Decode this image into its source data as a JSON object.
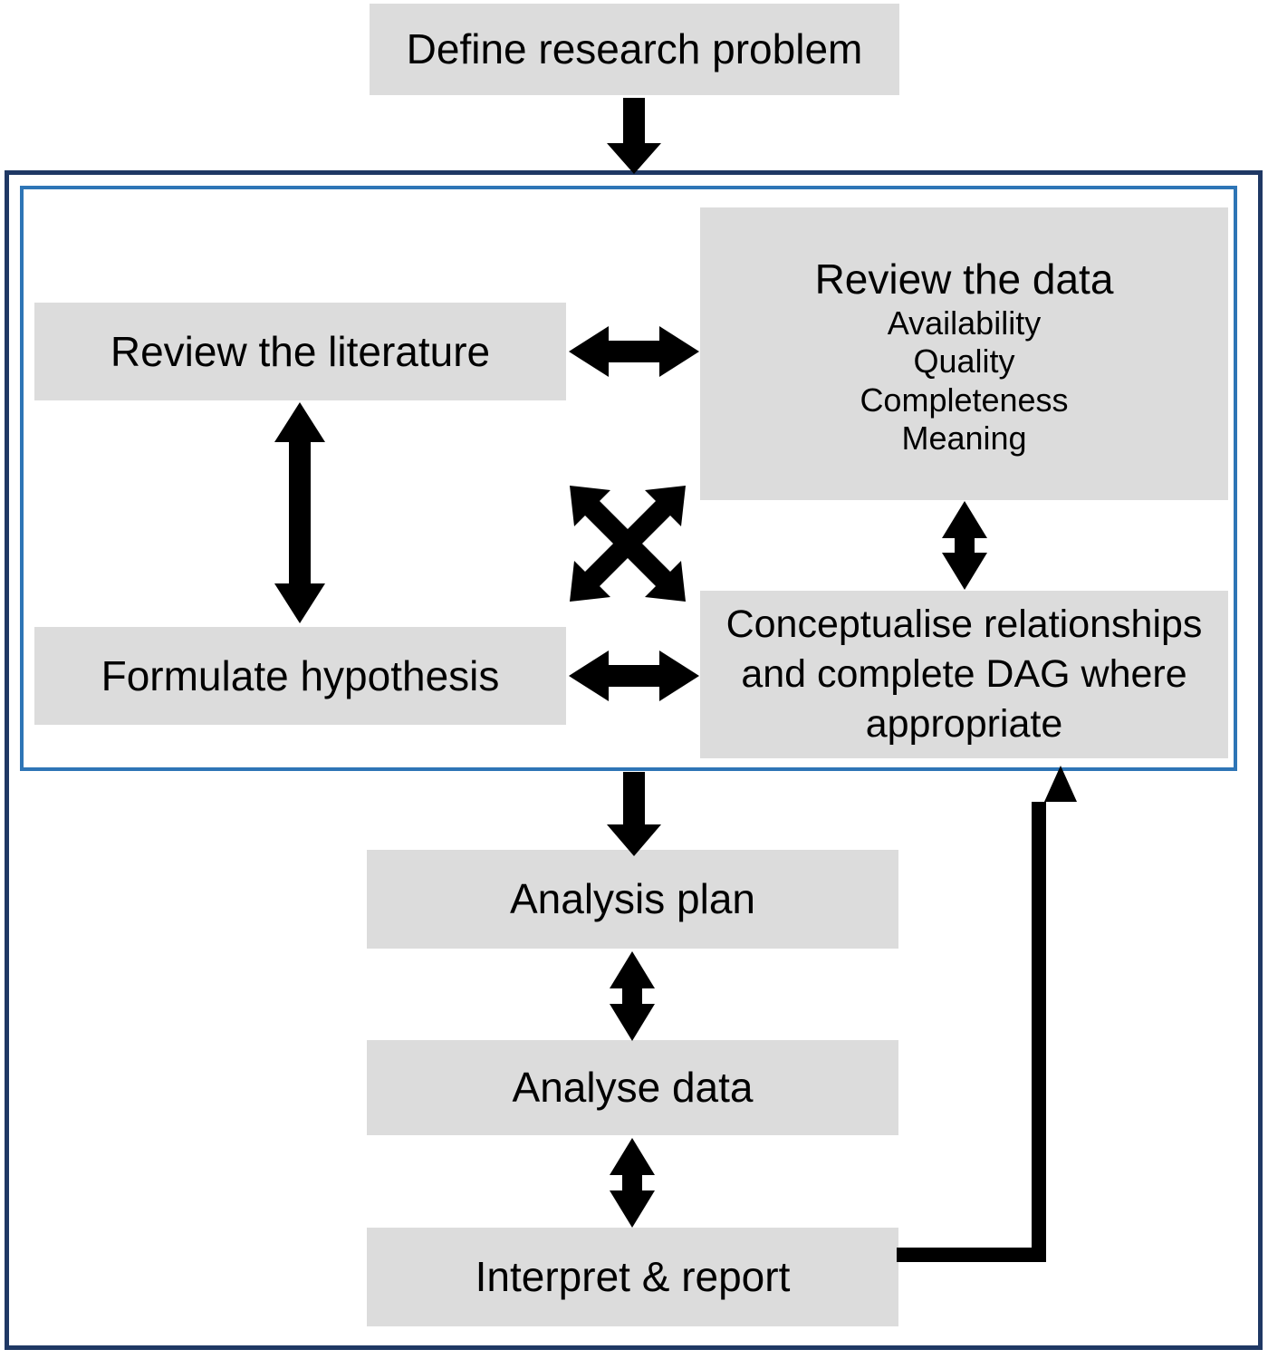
{
  "diagram": {
    "title_box": {
      "label": "Define research problem"
    },
    "framed_group": {
      "border_outer_color": "#1f3864",
      "border_inner_color": "#2e75b6",
      "boxes": {
        "review_literature": {
          "label": "Review the literature"
        },
        "formulate_hypothesis": {
          "label": "Formulate hypothesis"
        },
        "review_data": {
          "heading": "Review the data",
          "items": [
            "Availability",
            "Quality",
            "Completeness",
            "Meaning"
          ]
        },
        "conceptualise": {
          "label": "Conceptualise relationships and complete DAG where appropriate"
        }
      }
    },
    "lower_boxes": {
      "analysis_plan": {
        "label": "Analysis plan"
      },
      "analyse_data": {
        "label": "Analyse data"
      },
      "interpret_report": {
        "label": "Interpret & report"
      }
    },
    "connectors": [
      {
        "name": "define-to-group",
        "type": "arrow-down"
      },
      {
        "name": "literature-to-data",
        "type": "double-arrow-horizontal"
      },
      {
        "name": "literature-to-hypothesis",
        "type": "double-arrow-vertical"
      },
      {
        "name": "hypothesis-to-conceptualise",
        "type": "double-arrow-horizontal"
      },
      {
        "name": "data-to-conceptualise",
        "type": "double-arrow-vertical"
      },
      {
        "name": "cross-links",
        "type": "double-arrow-x-cross"
      },
      {
        "name": "group-to-analysis-plan",
        "type": "arrow-down"
      },
      {
        "name": "plan-to-analyse",
        "type": "double-arrow-vertical"
      },
      {
        "name": "analyse-to-interpret",
        "type": "double-arrow-vertical"
      },
      {
        "name": "interpret-feedback-loop",
        "type": "elbow-arrow-up"
      }
    ],
    "colors": {
      "box_fill": "#dcdcdc",
      "text": "#000000",
      "arrow": "#000000",
      "frame_outer": "#1f3864",
      "frame_inner": "#2e75b6"
    }
  }
}
